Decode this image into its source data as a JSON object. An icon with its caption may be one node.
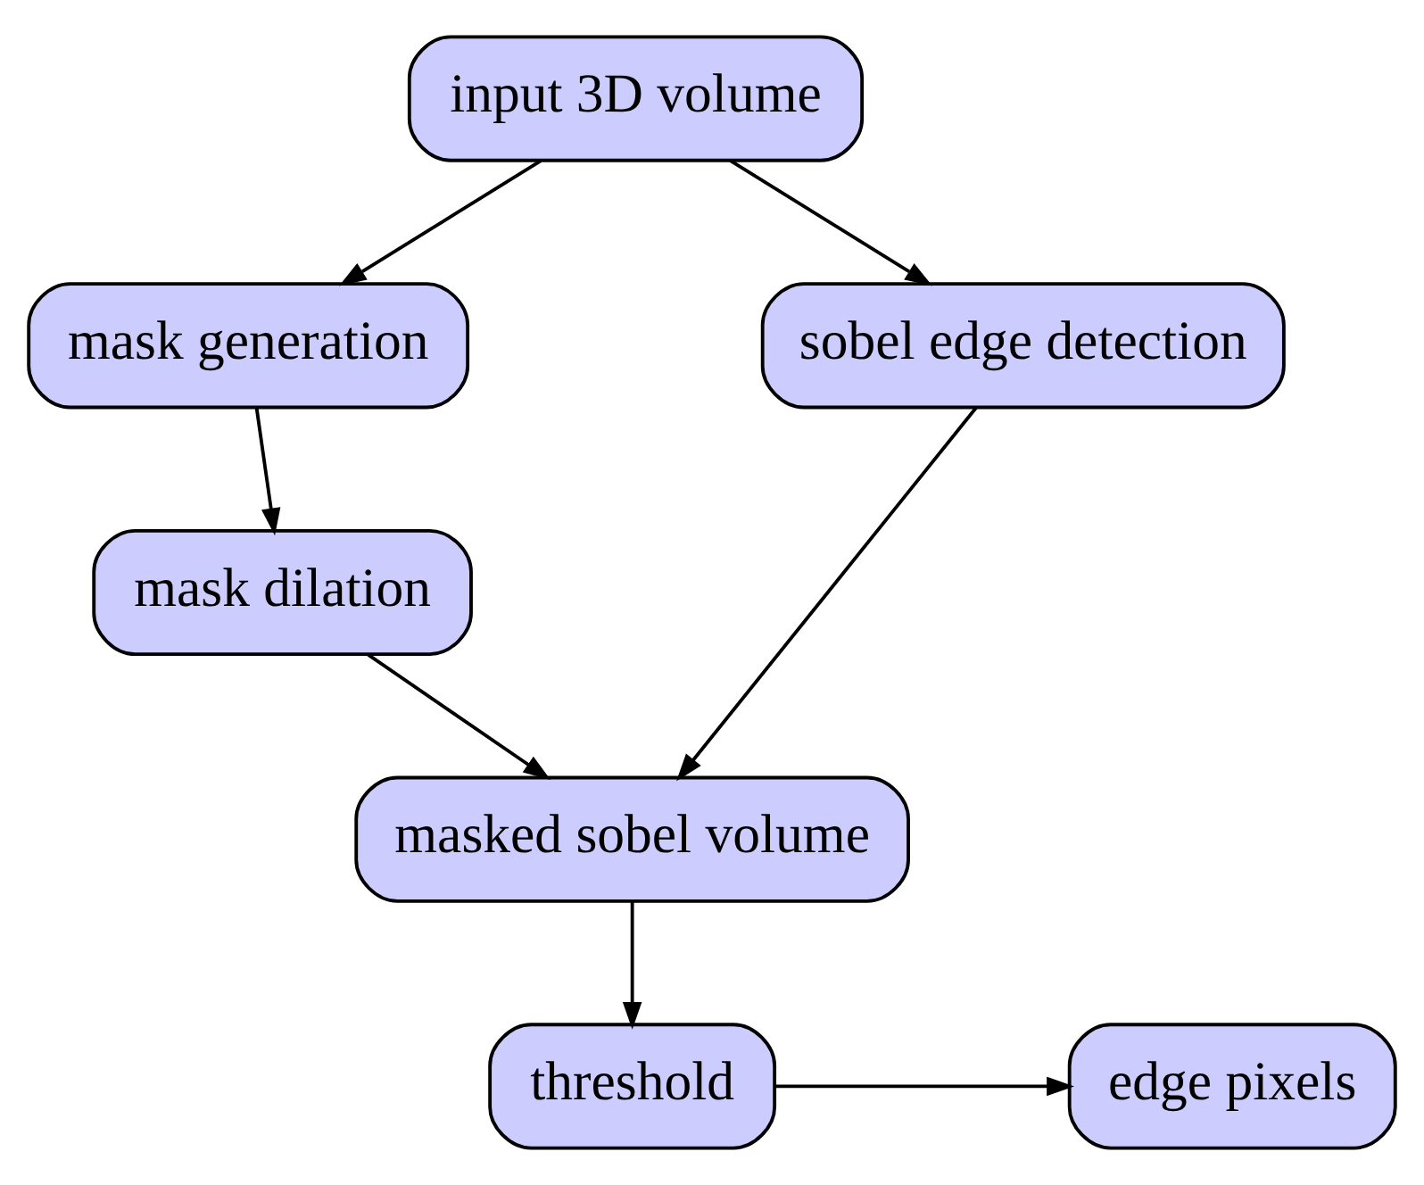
{
  "diagram": {
    "nodes": [
      {
        "text": [
          "input 3D volume"
        ]
      },
      {
        "text": [
          "mask generation"
        ]
      },
      {
        "text": [
          "sobel edge detection"
        ]
      },
      {
        "text": [
          "mask dilation"
        ]
      },
      {
        "text": [
          "masked sobel volume"
        ]
      },
      {
        "text": [
          "edge pixels"
        ]
      },
      {
        "text": [
          "threshold"
        ]
      }
    ],
    "edges": [
      {
        "from": 0,
        "to": 1,
        "arrow": "to"
      },
      {
        "from": 0,
        "to": 2,
        "arrow": "to"
      },
      {
        "from": 1,
        "to": 3,
        "arrow": "to"
      },
      {
        "from": 2,
        "to": 4,
        "arrow": "to"
      },
      {
        "from": 3,
        "to": 4,
        "arrow": "to"
      },
      {
        "from": 4,
        "to": 6,
        "arrow": "to"
      },
      {
        "from": 6,
        "to": 5,
        "arrow": "to"
      }
    ]
  }
}
